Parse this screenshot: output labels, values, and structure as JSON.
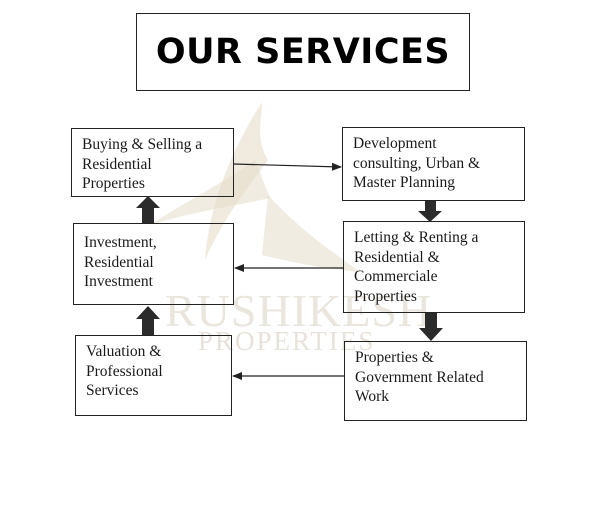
{
  "title": "OUR SERVICES",
  "watermark": {
    "line1": "RUSHIKESH",
    "line2": "PROPERTIES"
  },
  "services": {
    "buying_selling": [
      "Buying & Selling a",
      "Residential",
      "Properties"
    ],
    "investment": [
      "Investment,",
      "Residential",
      "Investment"
    ],
    "valuation": [
      "Valuation &",
      "Professional",
      "Services"
    ],
    "development": [
      "Development",
      "consulting, Urban &",
      "Master Planning"
    ],
    "letting": [
      "Letting & Renting a",
      "Residential &",
      "Commerciale",
      "Properties"
    ],
    "government": [
      "Properties &",
      "Government Related",
      "Work"
    ]
  },
  "colors": {
    "watermark": "#d9d0c2",
    "arrow": "#2b2b2b"
  }
}
